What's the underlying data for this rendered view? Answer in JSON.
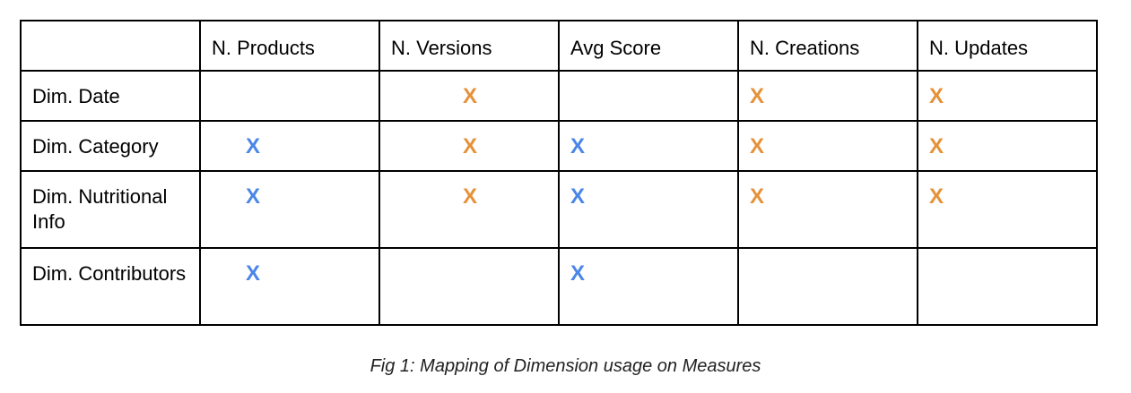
{
  "table": {
    "columns": [
      "",
      "N. Products",
      "N. Versions",
      "Avg Score",
      "N. Creations",
      "N. Updates"
    ],
    "rows": [
      {
        "label": "Dim. Date",
        "cells": [
          "",
          "X",
          "",
          "X",
          "X"
        ],
        "colors": [
          "",
          "orange",
          "",
          "orange",
          "orange"
        ]
      },
      {
        "label": "Dim. Category",
        "cells": [
          "X",
          "X",
          "X",
          "X",
          "X"
        ],
        "colors": [
          "blue",
          "orange",
          "blue",
          "orange",
          "orange"
        ]
      },
      {
        "label": "Dim. Nutritional Info",
        "cells": [
          "X",
          "X",
          "X",
          "X",
          "X"
        ],
        "colors": [
          "blue",
          "orange",
          "blue",
          "orange",
          "orange"
        ]
      },
      {
        "label": "Dim. Contributors",
        "cells": [
          "X",
          "",
          "X",
          "",
          ""
        ],
        "colors": [
          "blue",
          "",
          "blue",
          "",
          ""
        ]
      }
    ]
  },
  "colors": {
    "blue": "#4a86e8",
    "orange": "#e69138"
  },
  "caption": "Fig 1: Mapping of Dimension usage on Measures"
}
